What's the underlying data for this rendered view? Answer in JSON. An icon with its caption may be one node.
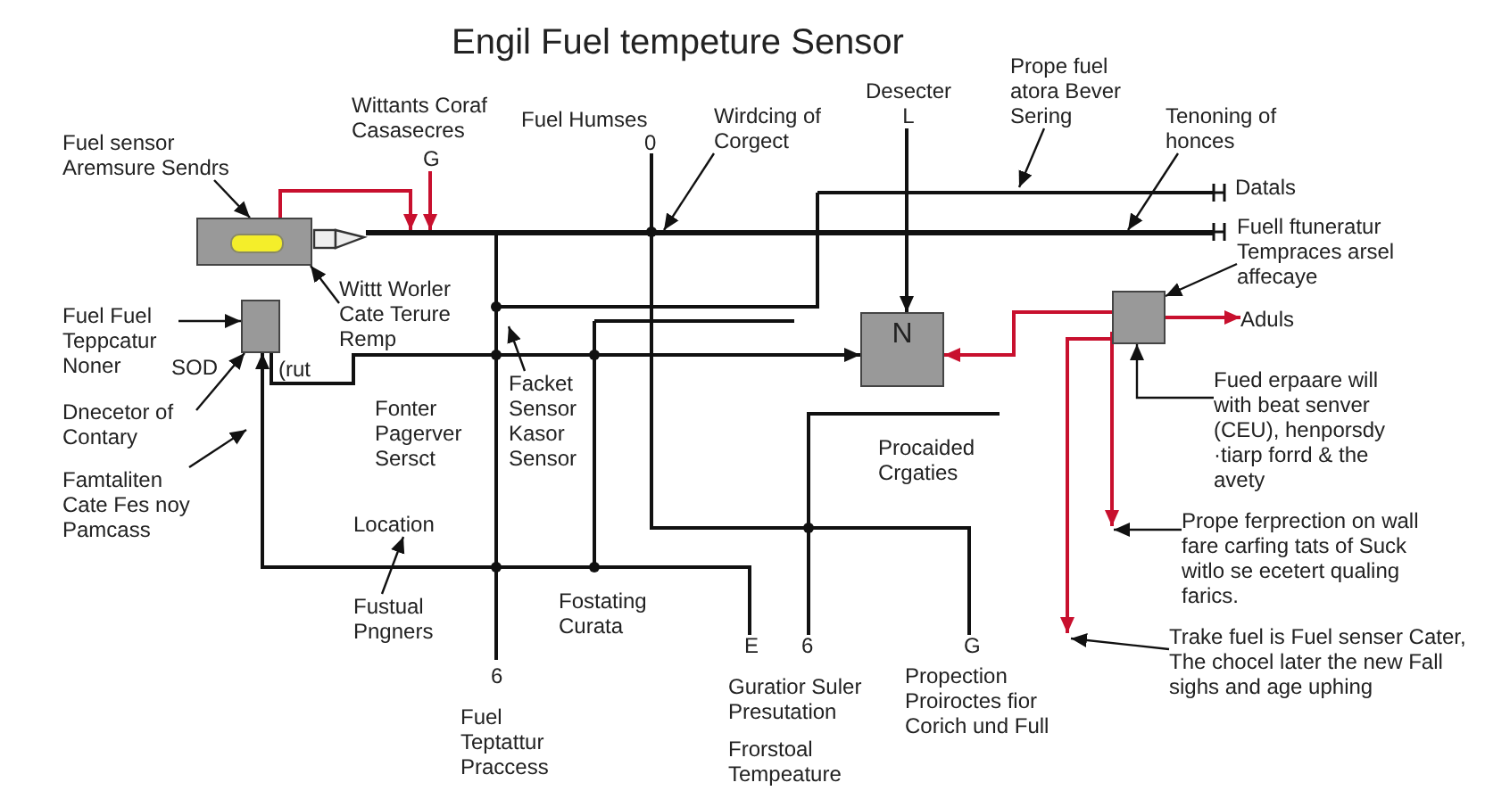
{
  "diagram": {
    "title": "Engil Fuel tempeture Sensor",
    "nodes": [
      {
        "text": [],
        "shape": "box"
      },
      {
        "text": [],
        "shape": "box",
        "beside": [
          "SOD",
          "(rut"
        ]
      },
      {
        "text": [
          "N"
        ]
      },
      {
        "text": [],
        "shape": "box"
      },
      {
        "text": [
          "Fuel sensor Aremsure Sendrs"
        ]
      },
      {
        "text": [
          "Wittt Worler Cate Terure Remp"
        ]
      },
      {
        "text": [
          "Fuel Fuel Teppcatur Noner"
        ]
      },
      {
        "text": [
          "Dnecetor of Contary"
        ]
      },
      {
        "text": [
          "Famtaliten Cate Fes noy Pamcass"
        ]
      },
      {
        "text": [
          "Desecter",
          "L"
        ]
      },
      {
        "text": [
          "Wirdcing of Corgect"
        ]
      },
      {
        "text": [
          "Facket Sensor Kasor Sensor"
        ]
      },
      {
        "text": [
          "Location"
        ]
      },
      {
        "text": [
          "Fustual Pngners"
        ]
      },
      {
        "text": [
          "Prope fuel atora Bever Sering"
        ]
      },
      {
        "text": [
          "Tenoning of honces"
        ]
      },
      {
        "text": [
          "Fuell ftuneratur Tempraces arsel affecaye"
        ]
      },
      {
        "text": [
          "Fued erpaare will with beat senver (CEU), henporsdy ·tiarp forrd & the avety"
        ]
      },
      {
        "text": [
          "Prope ferprection on wall fare carfing tats of Suck witlo se ecetert qualing farics."
        ]
      },
      {
        "text": [
          "Trake fuel is Fuel senser Cater, The chocel later the new Fall sighs and age uphing"
        ]
      },
      {
        "text": [
          "G"
        ]
      },
      {
        "text": [
          "Aduls"
        ]
      },
      {
        "text": [],
        "shape": "bar"
      }
    ],
    "edges": [
      {
        "from": 4,
        "to": 0,
        "arrow": "to"
      },
      {
        "from": 5,
        "to": 0,
        "arrow": "to"
      },
      {
        "from": 6,
        "to": 1,
        "arrow": "to"
      },
      {
        "from": 7,
        "to": 1,
        "arrow": "to"
      },
      {
        "from": 8,
        "to": null,
        "arrow": "to"
      },
      {
        "from": 10,
        "to": 22,
        "arrow": "to"
      },
      {
        "from": 11,
        "to": null,
        "arrow": "to"
      },
      {
        "from": 13,
        "to": 12,
        "arrow": "to"
      },
      {
        "from": 14,
        "to": null,
        "arrow": "to"
      },
      {
        "from": 15,
        "to": 22,
        "arrow": "to"
      },
      {
        "from": 16,
        "to": 3,
        "arrow": "to"
      },
      {
        "from": 17,
        "to": 3,
        "arrow": "to"
      },
      {
        "from": 18,
        "to": null,
        "arrow": "to"
      },
      {
        "from": 19,
        "to": null,
        "arrow": "to"
      },
      {
        "from": 9,
        "to": 2,
        "arrow": "to"
      },
      {
        "from": 1,
        "to": 2,
        "arrow": "to"
      },
      {
        "from": 3,
        "to": 2,
        "arrow": "to",
        "color": "#c8102e"
      },
      {
        "from": 3,
        "to": 21,
        "arrow": "to",
        "color": "#c8102e"
      },
      {
        "from": 3,
        "to": null,
        "arrow": "to",
        "color": "#c8102e"
      },
      {
        "from": 3,
        "to": null,
        "arrow": "to",
        "color": "#c8102e"
      },
      {
        "from": 0,
        "to": 22,
        "arrow": "to",
        "color": "#c8102e"
      },
      {
        "from": null,
        "to": 1,
        "arrow": "to"
      },
      {
        "from": 20,
        "to": 22,
        "arrow": "to",
        "color": "#c8102e"
      }
    ],
    "labels": [
      "Wittants Coraf Casasecres",
      "Fuel Humses",
      "0",
      "Datals",
      "Fonter Pagerver Sersct",
      "Procaided Crgaties",
      "Fostating Curata",
      "6",
      "Fuel Teptattur Praccess",
      "E",
      "6",
      "G",
      "Guratior Suler Presutation",
      "Frorstoal Tempeature",
      "Propection Proiroctes fior Corich und Full"
    ]
  }
}
